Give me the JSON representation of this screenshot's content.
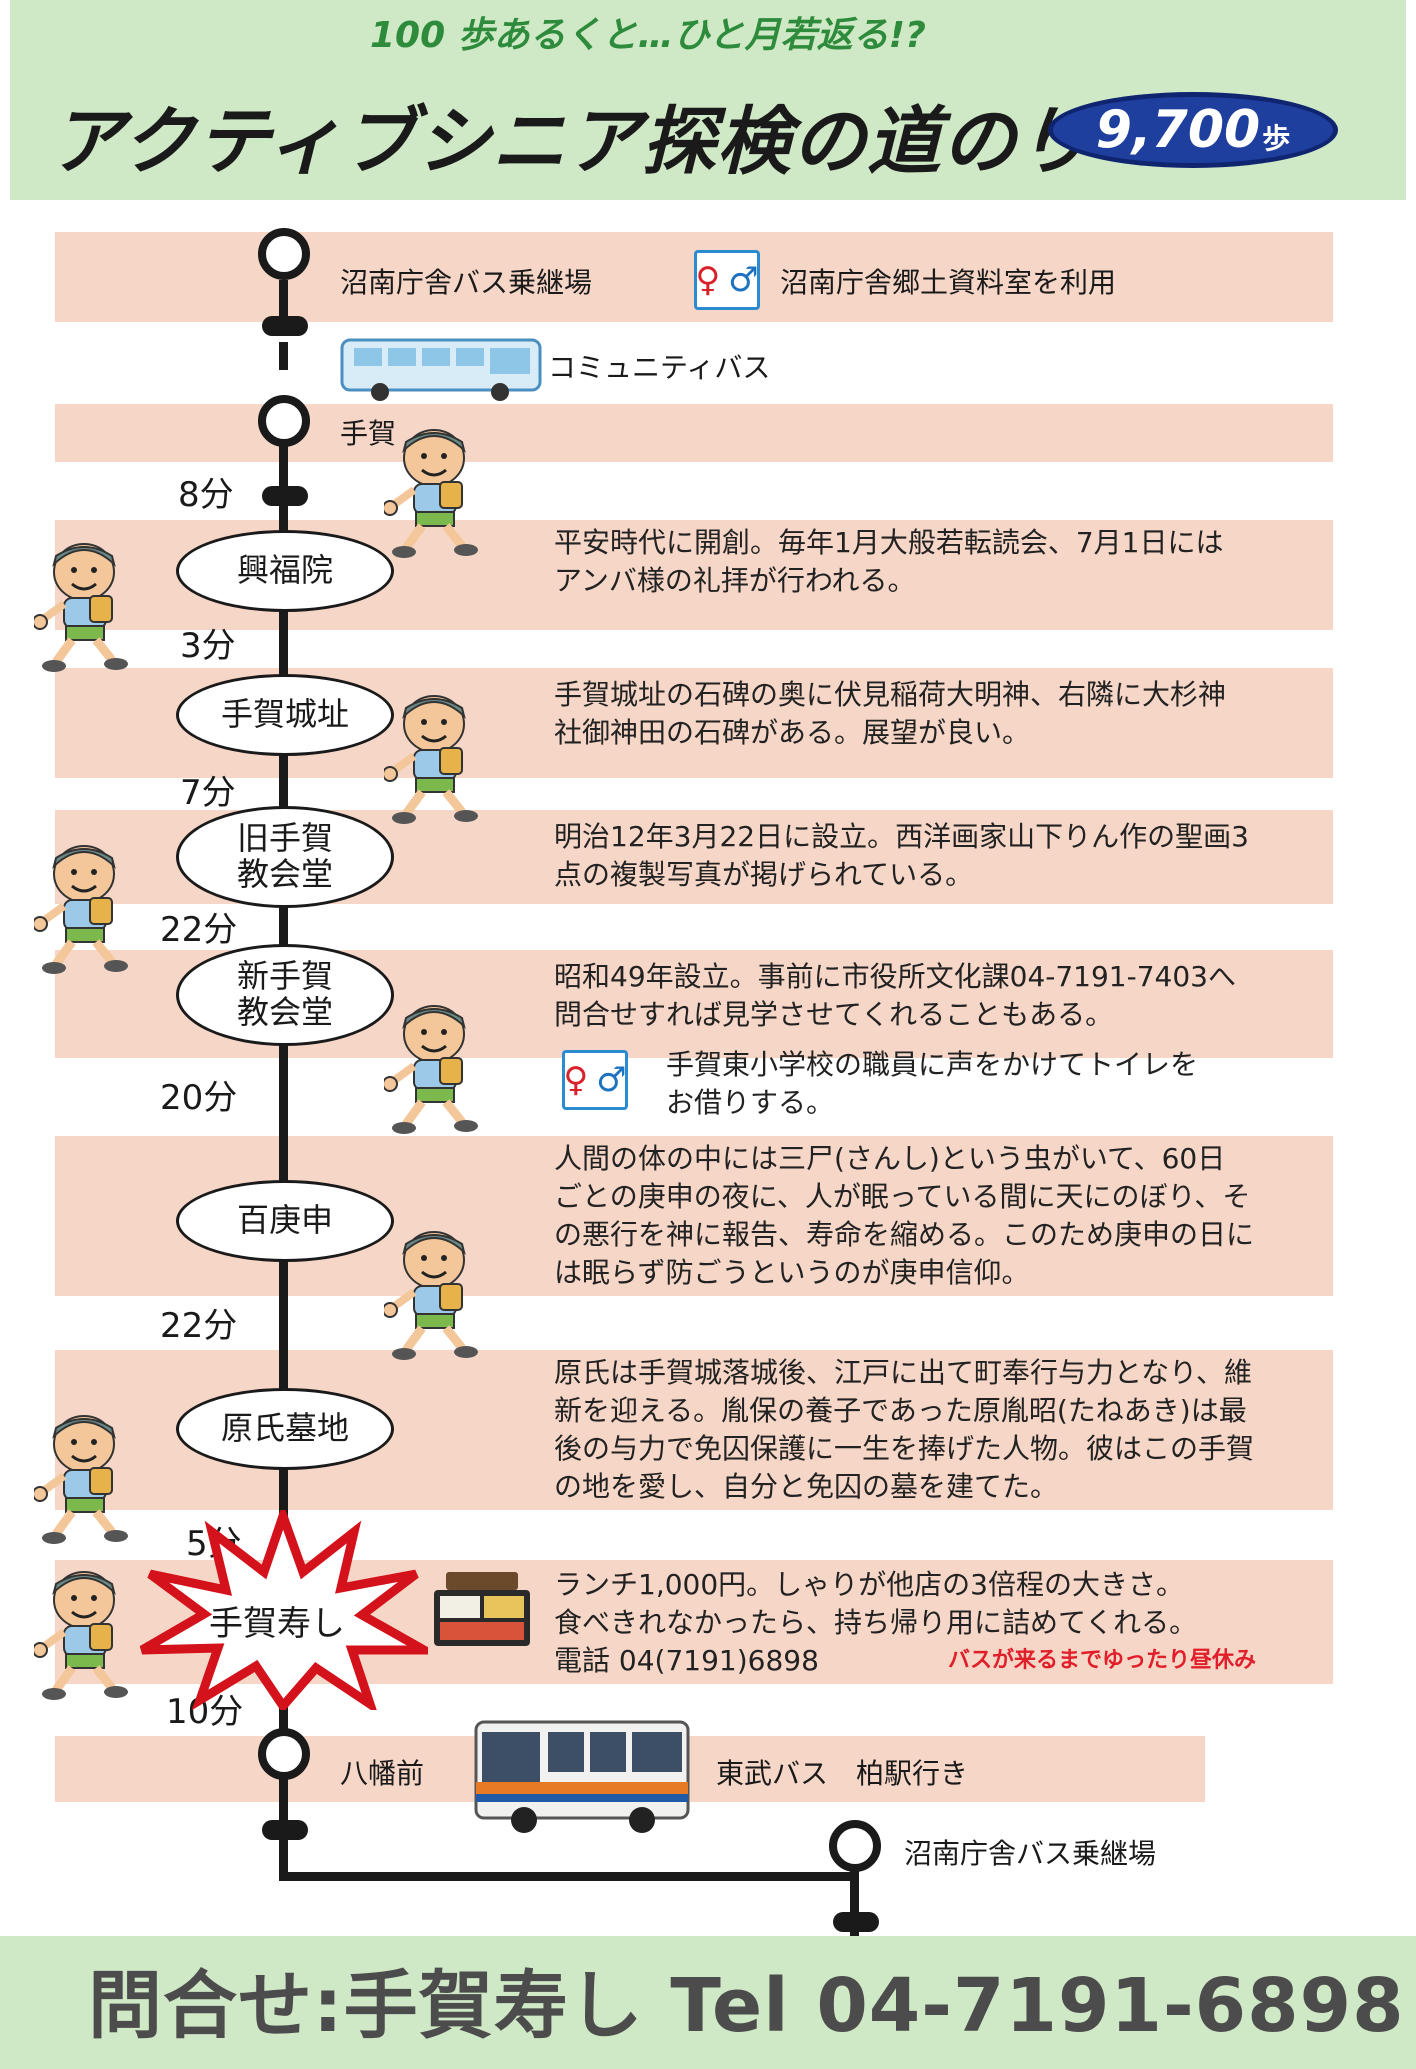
{
  "header": {
    "tagline": "100 歩あるくと…ひと月若返る!?",
    "title": "アクティブシニア探検の道のり",
    "steps_count": "9,700",
    "steps_unit": "歩"
  },
  "route": {
    "start_stop": "沼南庁舎バス乗継場",
    "start_note": "沼南庁舎郷土資料室を利用",
    "community_bus": "コミュニティバス",
    "tega_stop": "手賀",
    "spots": [
      {
        "name": "興福院",
        "minutes_before": "8分",
        "desc_line1": "平安時代に開創。毎年1月大般若転読会、7月1日には",
        "desc_line2": "アンバ様の礼拝が行われる。"
      },
      {
        "name": "手賀城址",
        "minutes_before": "3分",
        "desc_line1": "手賀城址の石碑の奥に伏見稲荷大明神、右隣に大杉神",
        "desc_line2": "社御神田の石碑がある。展望が良い。"
      },
      {
        "name_line1": "旧手賀",
        "name_line2": "教会堂",
        "minutes_before": "7分",
        "desc_line1": "明治12年3月22日に設立。西洋画家山下りん作の聖画3",
        "desc_line2": "点の複製写真が掲げられている。"
      },
      {
        "name_line1": "新手賀",
        "name_line2": "教会堂",
        "minutes_before": "22分",
        "desc_line1": "昭和49年設立。事前に市役所文化課04-7191-7403へ",
        "desc_line2": "問合せすれば見学させてくれることもある。"
      },
      {
        "name": "百庚申",
        "minutes_before": "20分",
        "desc_line1": "人間の体の中には三尸(さんし)という虫がいて、60日",
        "desc_line2": "ごとの庚申の夜に、人が眠っている間に天にのぼり、そ",
        "desc_line3": "の悪行を神に報告、寿命を縮める。このため庚申の日に",
        "desc_line4": "は眠らず防ごうというのが庚申信仰。"
      },
      {
        "name": "原氏墓地",
        "minutes_before": "22分",
        "desc_line1": "原氏は手賀城落城後、江戸に出て町奉行与力となり、維",
        "desc_line2": "新を迎える。胤保の養子であった原胤昭(たねあき)は最",
        "desc_line3": "後の与力で免囚保護に一生を捧げた人物。彼はこの手賀",
        "desc_line4": "の地を愛し、自分と免囚の墓を建てた。"
      },
      {
        "name": "手賀寿し",
        "minutes_before": "5分",
        "desc_line1": "ランチ1,000円。しゃりが他店の3倍程の大きさ。",
        "desc_line2": "食べきれなかったら、持ち帰り用に詰めてくれる。",
        "desc_line3": "電話 04(7191)6898",
        "note": "バスが来るまでゆったり昼休み"
      }
    ],
    "toilet_note_line1": "手賀東小学校の職員に声をかけてトイレを",
    "toilet_note_line2": "お借りする。",
    "last_minutes": "10分",
    "hachiman_stop": "八幡前",
    "tobu_bus": "東武バス　柏駅行き",
    "end_stop": "沼南庁舎バス乗継場"
  },
  "footer": {
    "contact": "問合せ:手賀寿し  Tel 04-7191-6898"
  }
}
